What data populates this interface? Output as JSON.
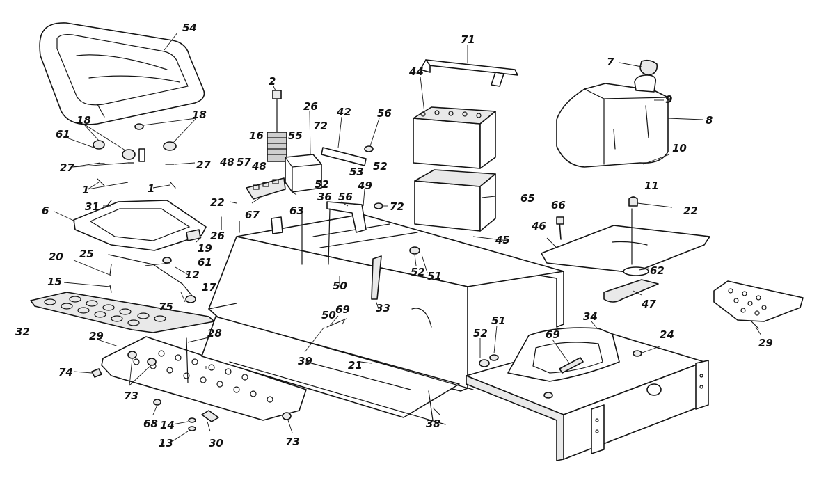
{
  "diagram": {
    "colors": {
      "ink": "#141414",
      "paper": "#ffffff",
      "shade": "#e9e9e9"
    },
    "parts": [
      {
        "id": "p54",
        "label": "54"
      },
      {
        "id": "p2",
        "label": "2"
      },
      {
        "id": "p26a",
        "label": "26"
      },
      {
        "id": "p42",
        "label": "42"
      },
      {
        "id": "p56a",
        "label": "56"
      },
      {
        "id": "p71",
        "label": "71"
      },
      {
        "id": "p44",
        "label": "44"
      },
      {
        "id": "p7",
        "label": "7"
      },
      {
        "id": "p9",
        "label": "9"
      },
      {
        "id": "p8",
        "label": "8"
      },
      {
        "id": "p10",
        "label": "10"
      },
      {
        "id": "p11",
        "label": "11"
      },
      {
        "id": "p18a",
        "label": "18"
      },
      {
        "id": "p18b",
        "label": "18"
      },
      {
        "id": "p61a",
        "label": "61"
      },
      {
        "id": "p27a",
        "label": "27"
      },
      {
        "id": "p27b",
        "label": "27"
      },
      {
        "id": "p1a",
        "label": "1"
      },
      {
        "id": "p1b",
        "label": "1"
      },
      {
        "id": "p16",
        "label": "16"
      },
      {
        "id": "p55",
        "label": "55"
      },
      {
        "id": "p72a",
        "label": "72"
      },
      {
        "id": "p53",
        "label": "53"
      },
      {
        "id": "p48a",
        "label": "48"
      },
      {
        "id": "p57",
        "label": "57"
      },
      {
        "id": "p48b",
        "label": "48"
      },
      {
        "id": "p52a",
        "label": "52"
      },
      {
        "id": "p52b",
        "label": "52"
      },
      {
        "id": "p36",
        "label": "36"
      },
      {
        "id": "p22a",
        "label": "22"
      },
      {
        "id": "p63",
        "label": "63"
      },
      {
        "id": "p49",
        "label": "49"
      },
      {
        "id": "p56b",
        "label": "56"
      },
      {
        "id": "p72b",
        "label": "72"
      },
      {
        "id": "p65",
        "label": "65"
      },
      {
        "id": "p66",
        "label": "66"
      },
      {
        "id": "p22b",
        "label": "22"
      },
      {
        "id": "p46",
        "label": "46"
      },
      {
        "id": "p31",
        "label": "31"
      },
      {
        "id": "p6",
        "label": "6"
      },
      {
        "id": "p67",
        "label": "67"
      },
      {
        "id": "p26b",
        "label": "26"
      },
      {
        "id": "p19",
        "label": "19"
      },
      {
        "id": "p45",
        "label": "45"
      },
      {
        "id": "p20",
        "label": "20"
      },
      {
        "id": "p25",
        "label": "25"
      },
      {
        "id": "p61b",
        "label": "61"
      },
      {
        "id": "p12",
        "label": "12"
      },
      {
        "id": "p15",
        "label": "15"
      },
      {
        "id": "p17",
        "label": "17"
      },
      {
        "id": "p75",
        "label": "75"
      },
      {
        "id": "p52c",
        "label": "52"
      },
      {
        "id": "p51a",
        "label": "51"
      },
      {
        "id": "p62",
        "label": "62"
      },
      {
        "id": "p33",
        "label": "33"
      },
      {
        "id": "p47",
        "label": "47"
      },
      {
        "id": "p50a",
        "label": "50"
      },
      {
        "id": "p50b",
        "label": "50"
      },
      {
        "id": "p69a",
        "label": "69"
      },
      {
        "id": "p34",
        "label": "34"
      },
      {
        "id": "p32",
        "label": "32"
      },
      {
        "id": "p29a",
        "label": "29"
      },
      {
        "id": "p28",
        "label": "28"
      },
      {
        "id": "p24",
        "label": "24"
      },
      {
        "id": "p29b",
        "label": "29"
      },
      {
        "id": "p52d",
        "label": "52"
      },
      {
        "id": "p51b",
        "label": "51"
      },
      {
        "id": "p69b",
        "label": "69"
      },
      {
        "id": "p39",
        "label": "39"
      },
      {
        "id": "p21",
        "label": "21"
      },
      {
        "id": "p74",
        "label": "74"
      },
      {
        "id": "p73a",
        "label": "73"
      },
      {
        "id": "p68",
        "label": "68"
      },
      {
        "id": "p14",
        "label": "14"
      },
      {
        "id": "p13",
        "label": "13"
      },
      {
        "id": "p30",
        "label": "30"
      },
      {
        "id": "p73b",
        "label": "73"
      },
      {
        "id": "p38",
        "label": "38"
      }
    ]
  }
}
